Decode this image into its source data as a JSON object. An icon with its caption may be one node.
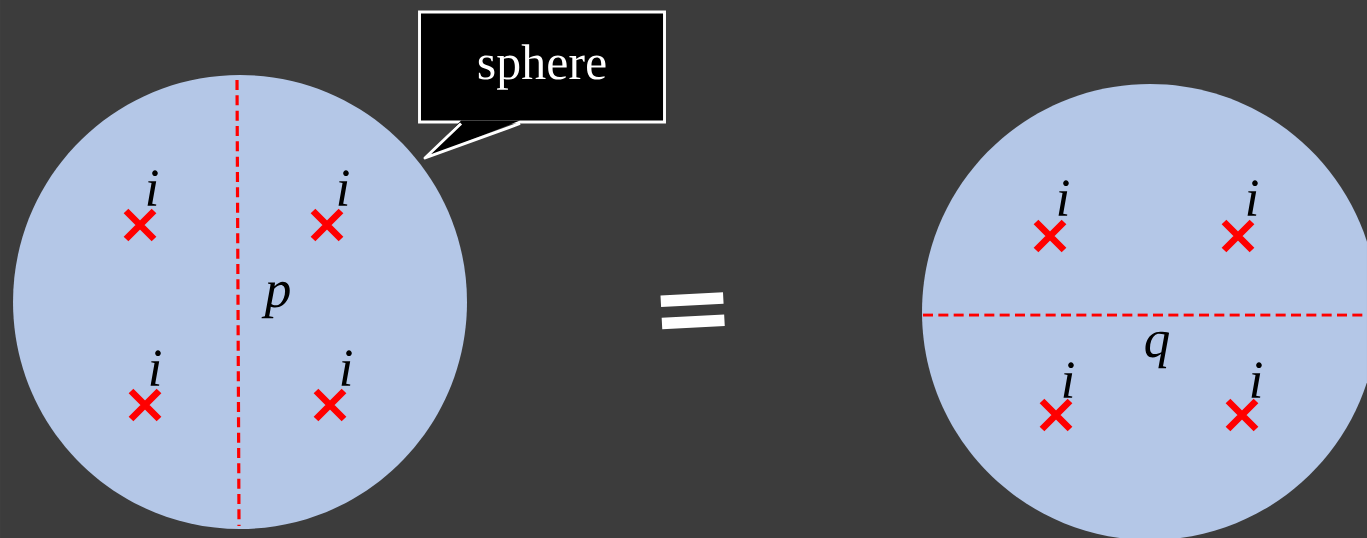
{
  "diagram": {
    "nodes": [
      {
        "text": [
          "sphere"
        ]
      },
      {
        "text": [],
        "shape": "circle"
      },
      {
        "text": [],
        "shape": "circle"
      }
    ],
    "labels": [
      "i",
      "i",
      "p",
      "i",
      "i",
      "=",
      "i",
      "i",
      "q",
      "i",
      "i"
    ]
  }
}
